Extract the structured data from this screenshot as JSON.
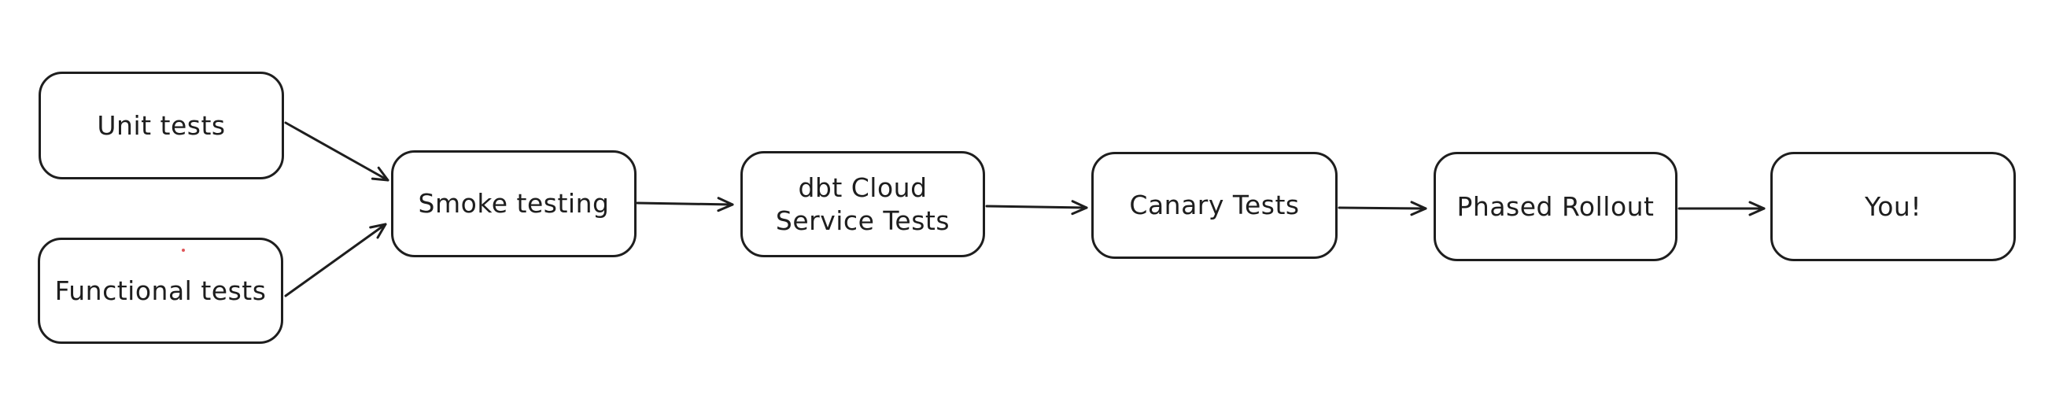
{
  "diagram": {
    "background_color": "#ffffff",
    "stroke_color": "#1e1e1e",
    "node_fill_color": "#ffffff",
    "artifact_dot_color": "#e0565a",
    "nodes": [
      {
        "id": "unit-tests",
        "label": "Unit tests"
      },
      {
        "id": "functional-tests",
        "label": "Functional tests"
      },
      {
        "id": "smoke-testing",
        "label": "Smoke testing"
      },
      {
        "id": "dbt-cloud-service-tests",
        "label": "dbt Cloud\nService Tests"
      },
      {
        "id": "canary-tests",
        "label": "Canary Tests"
      },
      {
        "id": "phased-rollout",
        "label": "Phased Rollout"
      },
      {
        "id": "you",
        "label": "You!"
      }
    ],
    "edges": [
      {
        "from": "unit-tests",
        "to": "smoke-testing"
      },
      {
        "from": "functional-tests",
        "to": "smoke-testing"
      },
      {
        "from": "smoke-testing",
        "to": "dbt-cloud-service-tests"
      },
      {
        "from": "dbt-cloud-service-tests",
        "to": "canary-tests"
      },
      {
        "from": "canary-tests",
        "to": "phased-rollout"
      },
      {
        "from": "phased-rollout",
        "to": "you"
      }
    ]
  }
}
